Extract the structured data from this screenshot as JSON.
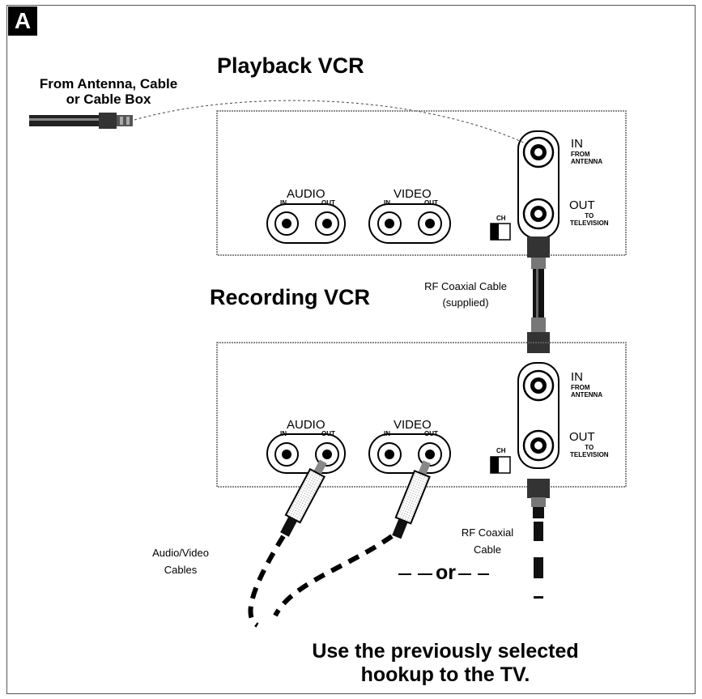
{
  "badge": "A",
  "playback_vcr": {
    "title": "Playback VCR",
    "audio_label": "AUDIO",
    "video_label": "VIDEO",
    "in_small": "IN",
    "out_small": "OUT",
    "ch_label": "CH",
    "rf_in": "IN",
    "rf_in_sub": "FROM\nANTENNA",
    "rf_out": "OUT",
    "rf_out_sub": "TO\nTELEVISION"
  },
  "recording_vcr": {
    "title": "Recording VCR",
    "audio_label": "AUDIO",
    "video_label": "VIDEO",
    "in_small": "IN",
    "out_small": "OUT",
    "ch_label": "CH",
    "rf_in": "IN",
    "rf_in_sub": "FROM\nANTENNA",
    "rf_out": "OUT",
    "rf_out_sub": "TO\nTELEVISION"
  },
  "source_label": "From Antenna, Cable\nor Cable Box",
  "rf_cable_supplied": "RF Coaxial Cable\n(supplied)",
  "rf_cable": "RF Coaxial\nCable",
  "av_cables": "Audio/Video\nCables",
  "or_text": "or",
  "bottom_note": "Use the previously selected\nhookup to the TV."
}
